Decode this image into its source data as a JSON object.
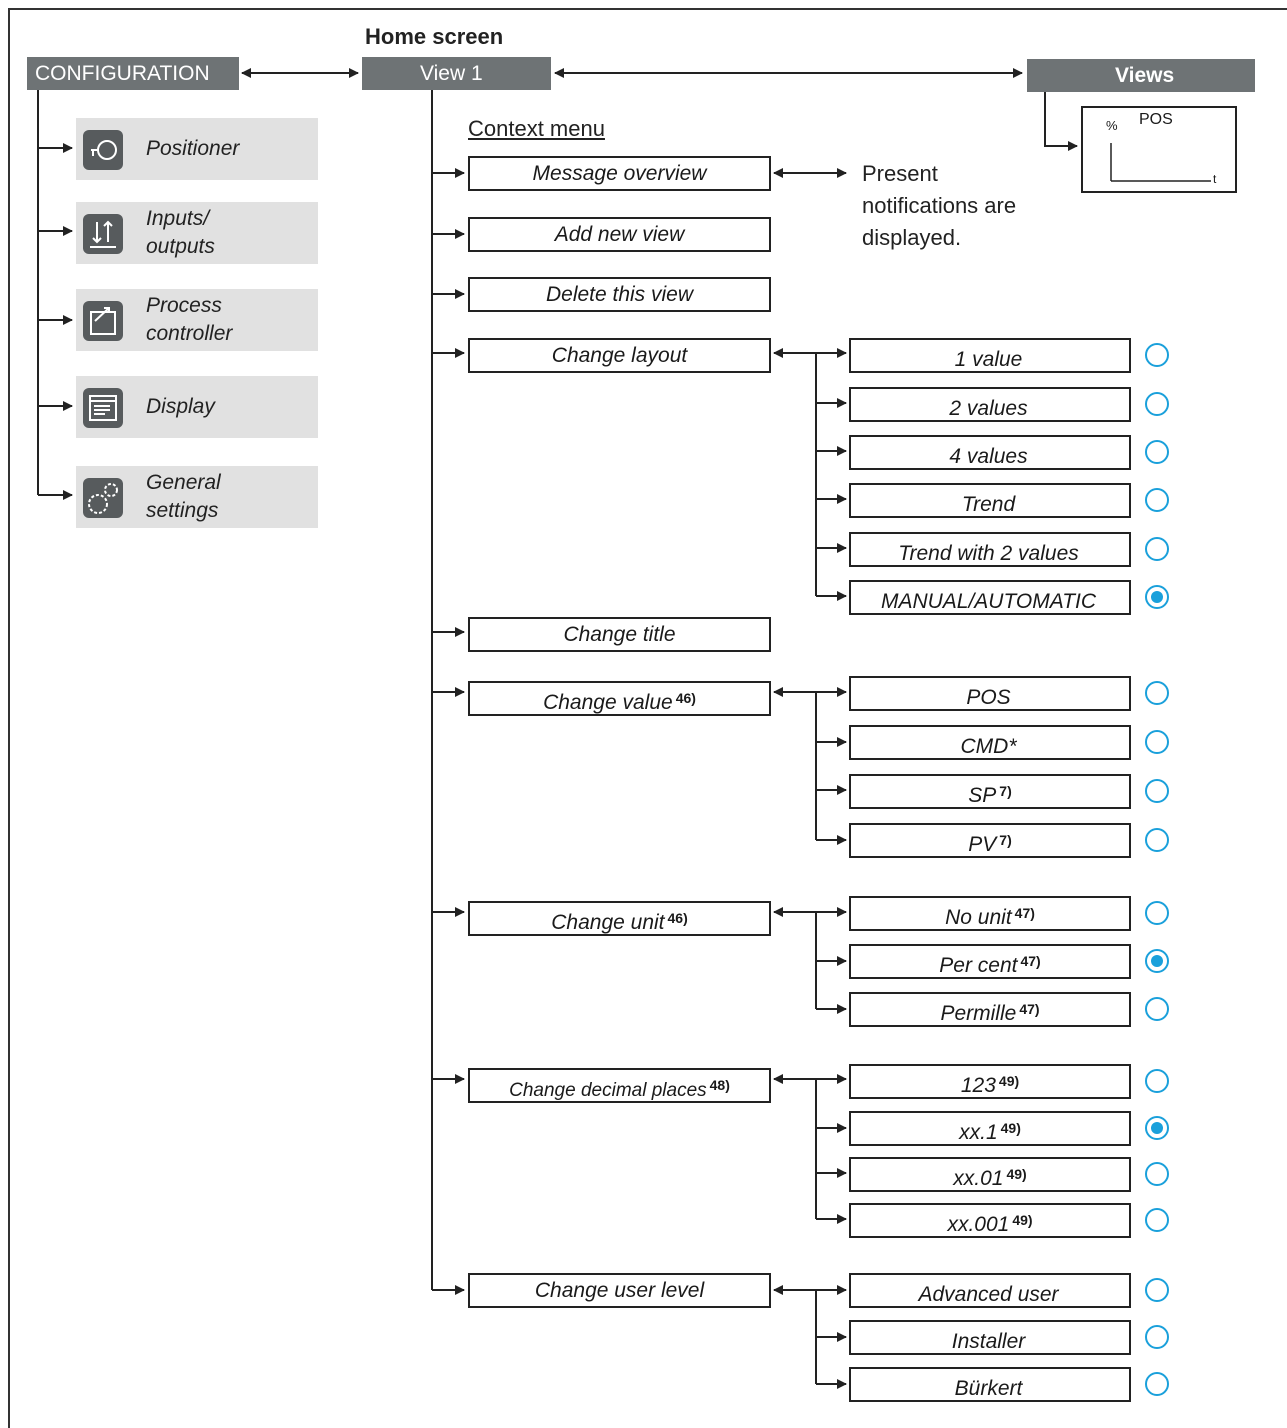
{
  "home_screen_label": "Home screen",
  "configuration": {
    "label": "CONFIGURATION",
    "items": [
      {
        "label": "Positioner",
        "icon": "positioner-icon"
      },
      {
        "label": "Inputs/\noutputs",
        "icon": "inputs-outputs-icon"
      },
      {
        "label": "Process\ncontroller",
        "icon": "process-controller-icon"
      },
      {
        "label": "Display",
        "icon": "display-icon"
      },
      {
        "label": "General\nsettings",
        "icon": "gears-icon"
      }
    ]
  },
  "view1": {
    "label": "View 1"
  },
  "views": {
    "label": "Views",
    "trend_label": "POS",
    "y_unit": "%",
    "x_unit": "t"
  },
  "context_menu": {
    "title": "Context menu",
    "message_overview": "Message overview",
    "message_note": "Present\nnotifications are\ndisplayed.",
    "add_new_view": "Add new view",
    "delete_this_view": "Delete this view",
    "change_layout": "Change layout",
    "change_title": "Change title",
    "change_value": {
      "label": "Change value",
      "note": "46)"
    },
    "change_unit": {
      "label": "Change unit",
      "note": "46)"
    },
    "change_decimal": {
      "label": "Change decimal places",
      "note": "48)"
    },
    "change_user_level": "Change user level"
  },
  "layout_options": [
    {
      "label": "1 value",
      "note": "",
      "selected": false
    },
    {
      "label": "2 values",
      "note": "",
      "selected": false
    },
    {
      "label": "4 values",
      "note": "",
      "selected": false
    },
    {
      "label": "Trend",
      "note": "",
      "selected": false
    },
    {
      "label": "Trend with 2 values",
      "note": "",
      "selected": false
    },
    {
      "label": "MANUAL/AUTOMATIC",
      "note": "",
      "selected": true
    }
  ],
  "value_options": [
    {
      "label": "POS",
      "note": "",
      "selected": false
    },
    {
      "label": "CMD*",
      "note": "",
      "selected": false
    },
    {
      "label": "SP",
      "note": "7)",
      "selected": false
    },
    {
      "label": "PV",
      "note": "7)",
      "selected": false
    }
  ],
  "unit_options": [
    {
      "label": "No unit",
      "note": "47)",
      "selected": false
    },
    {
      "label": "Per cent",
      "note": "47)",
      "selected": true
    },
    {
      "label": "Permille",
      "note": "47)",
      "selected": false
    }
  ],
  "decimal_options": [
    {
      "label": "123",
      "note": "49)",
      "selected": false
    },
    {
      "label": "xx.1",
      "note": "49)",
      "selected": true
    },
    {
      "label": "xx.01",
      "note": "49)",
      "selected": false
    },
    {
      "label": "xx.001",
      "note": "49)",
      "selected": false
    }
  ],
  "user_level_options": [
    {
      "label": "Advanced user",
      "note": "",
      "selected": false
    },
    {
      "label": "Installer",
      "note": "",
      "selected": false
    },
    {
      "label": "Bürkert",
      "note": "",
      "selected": false
    }
  ],
  "colors": {
    "header_bg": "#6e7375",
    "config_item_bg": "#e1e1e1",
    "icon_bg": "#575b5d",
    "radio": "#1aa0db"
  }
}
